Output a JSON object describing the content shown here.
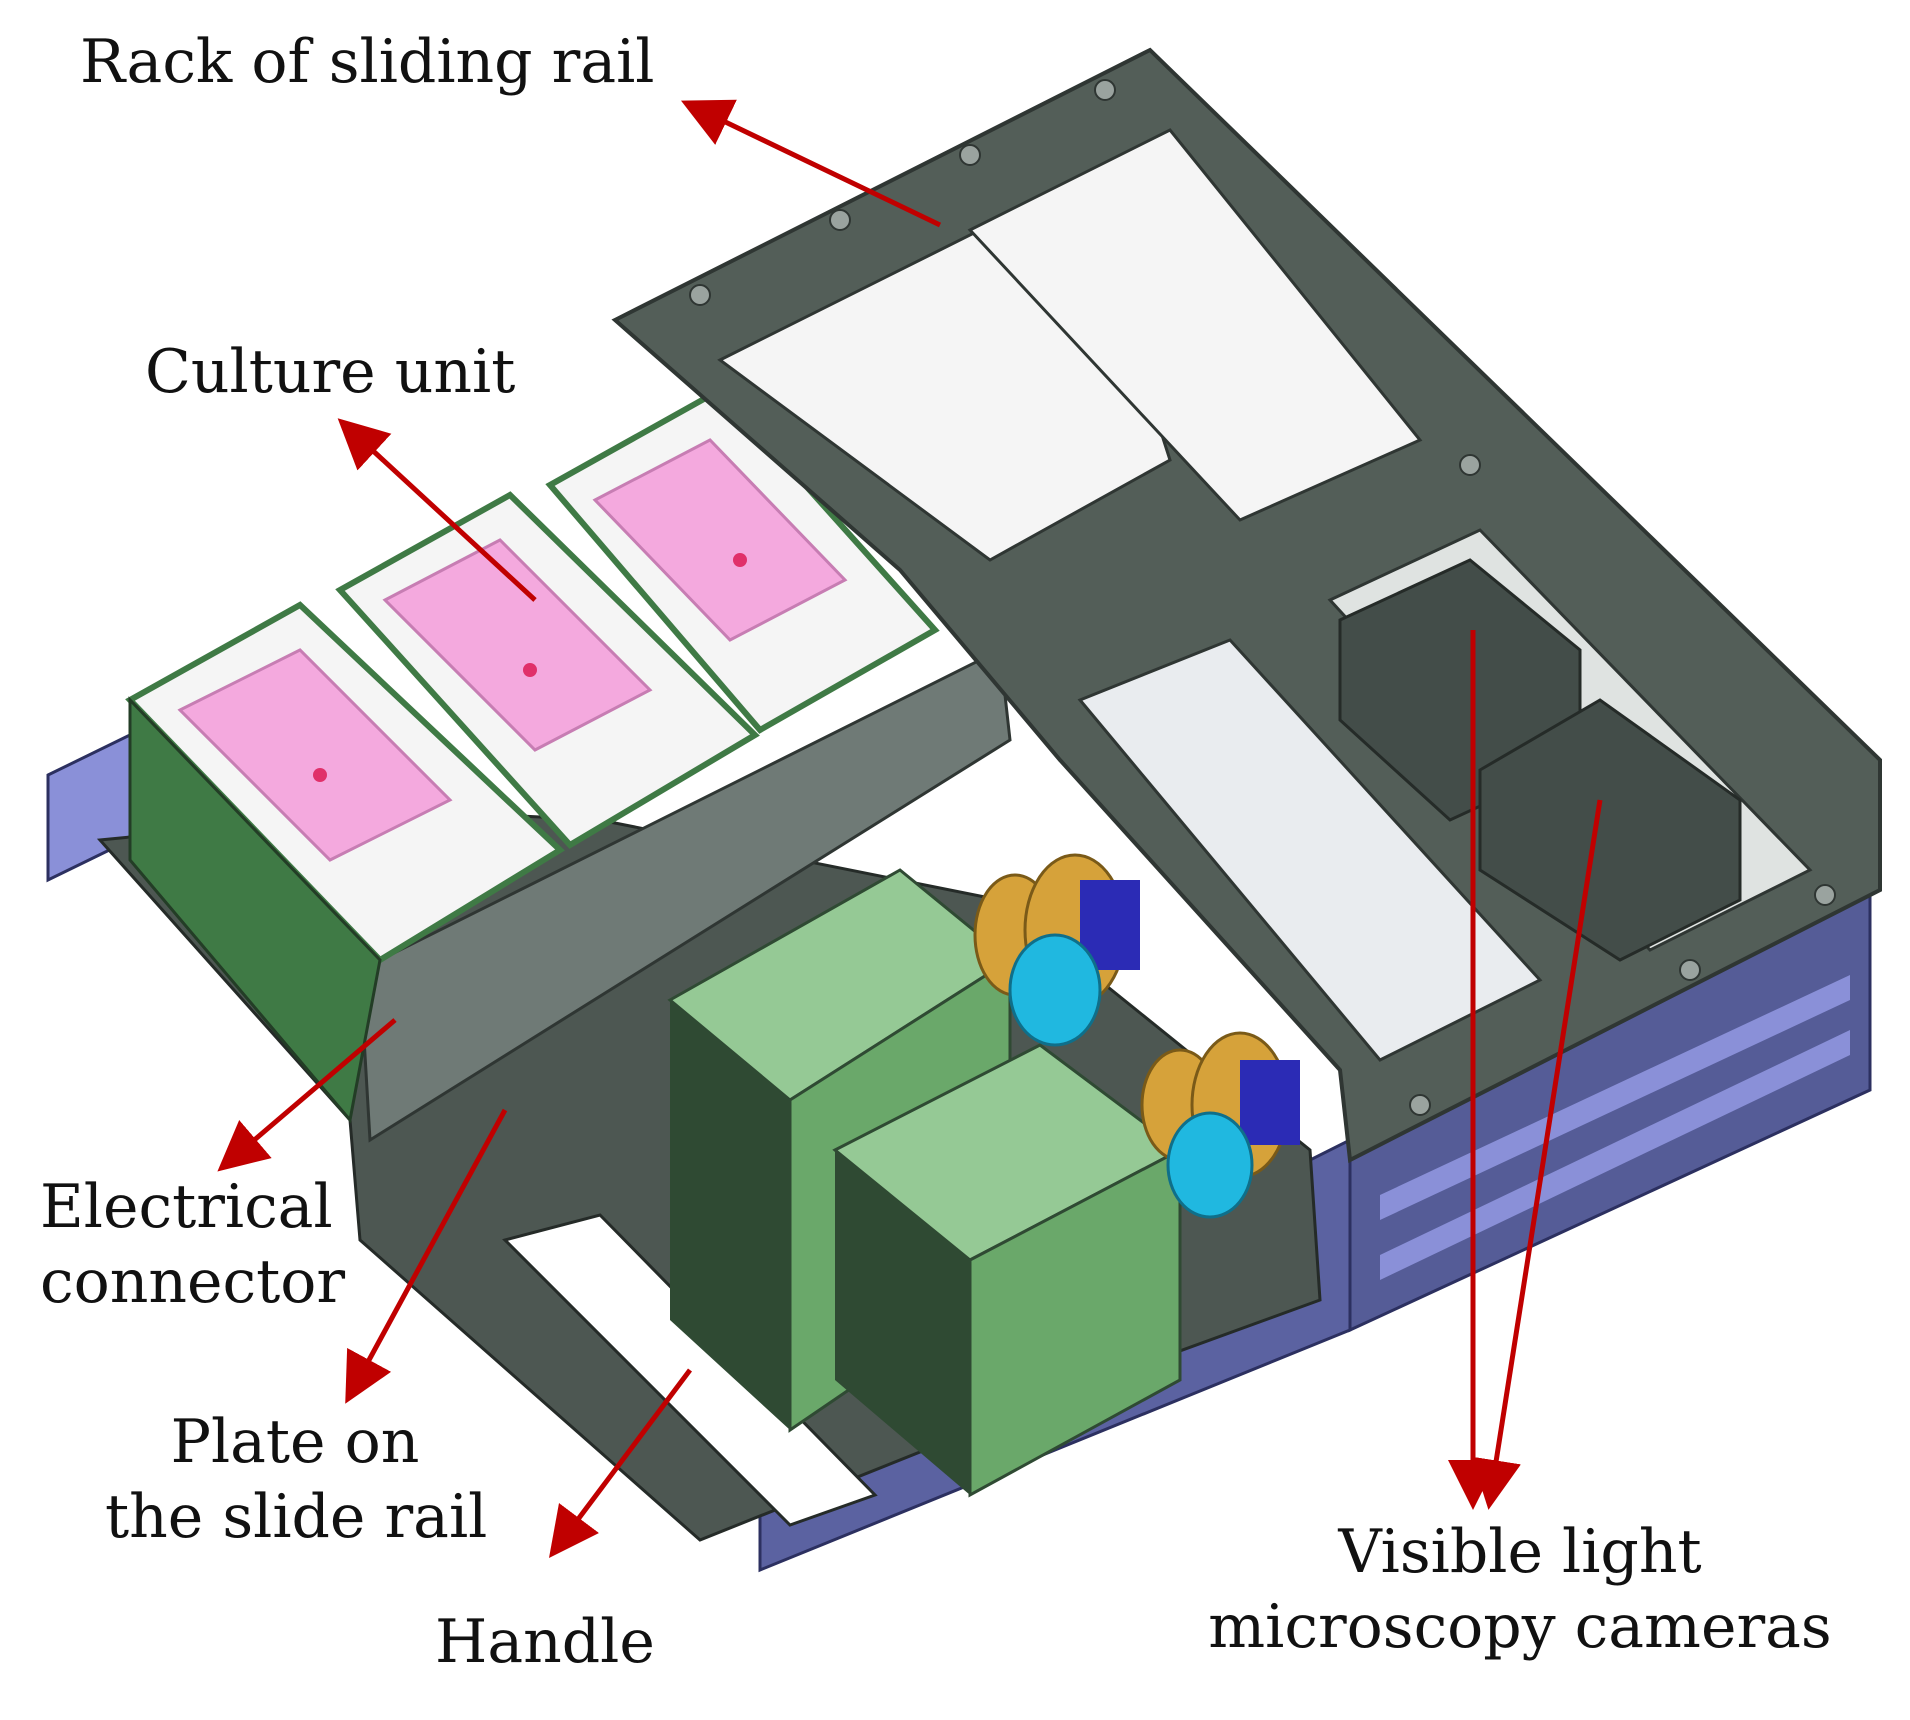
{
  "labels": {
    "rack": "Rack of sliding rail",
    "culture": "Culture unit",
    "electrical": [
      "Electrical",
      "connector"
    ],
    "plate": [
      "Plate on",
      "the slide rail"
    ],
    "handle": "Handle",
    "cameras": [
      "Visible light",
      "microscopy cameras"
    ]
  },
  "colors": {
    "arrow": "#c00000",
    "frame": "#535e58",
    "frame_edge": "#2f3633",
    "base": "#555c97",
    "rail": "#8a90d8",
    "culture_green": "#3f7a45",
    "culture_inner": "#b9e3b9",
    "dish_pink": "#f4a9de",
    "tray_white": "#f5f5f5",
    "block_green": "#95c995",
    "block_dark": "#2f4a33",
    "camera_dark": "#434d49",
    "prism_cyan": "#8fd3de",
    "gear_gold": "#d6a23a",
    "motor_blue": "#2b2bb5",
    "lens_cyan": "#20b8e0"
  }
}
